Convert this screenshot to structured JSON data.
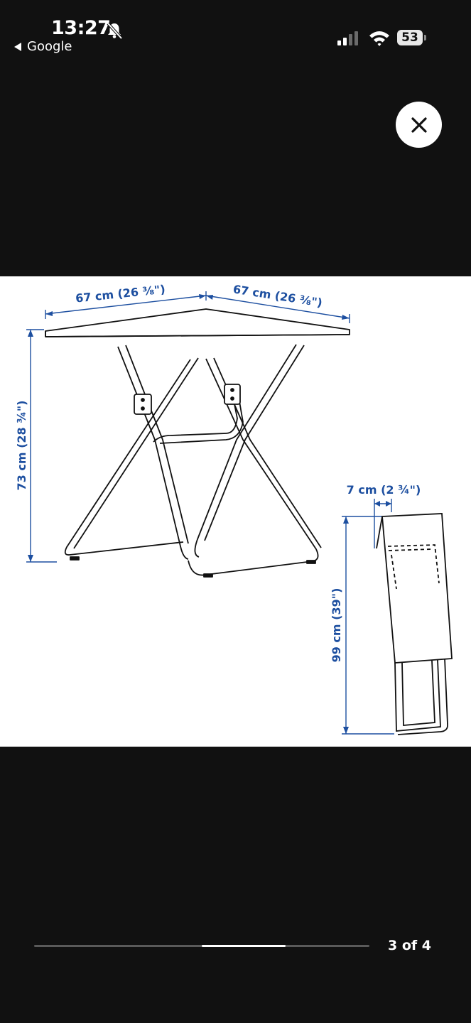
{
  "status_bar": {
    "time": "13:27",
    "back_label": "Google",
    "battery": "53"
  },
  "image": {
    "dimensions": {
      "top_width_left": "67 cm (26 ⅜\")",
      "top_width_right": "67 cm (26 ⅜\")",
      "height": "73 cm (28 ¾\")",
      "folded_depth": "7 cm (2 ¾\")",
      "folded_height": "99 cm (39\")"
    }
  },
  "pager": {
    "label": "3 of 4",
    "current": 3,
    "total": 4
  },
  "colors": {
    "background": "#111111",
    "dimension_text": "#1d4fa0"
  }
}
